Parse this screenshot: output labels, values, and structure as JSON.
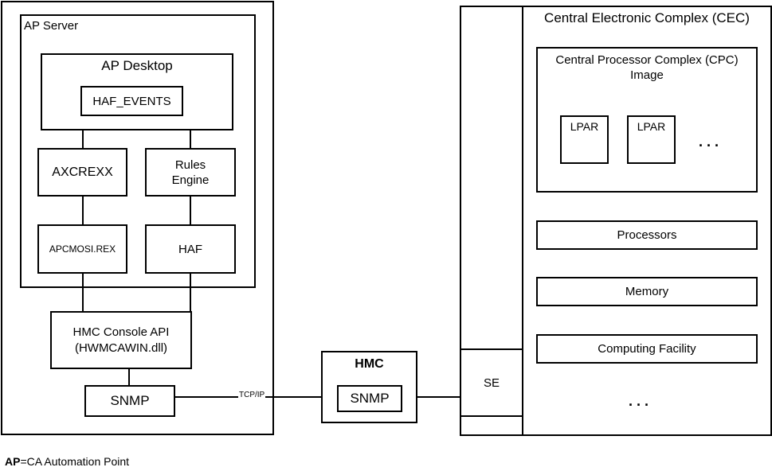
{
  "ap_server": {
    "title": "AP Server",
    "desktop": {
      "title": "AP Desktop",
      "haf_events": "HAF_EVENTS"
    },
    "axcrexx": "AXCREXX",
    "rules_engine": [
      "Rules",
      "Engine"
    ],
    "apcmosi": "APCMOSI.REX",
    "haf": "HAF",
    "console_api": [
      "HMC Console API",
      "(HWMCAWIN.dll)"
    ],
    "snmp": "SNMP"
  },
  "link_label": "TCP/IP",
  "hmc": {
    "title": "HMC",
    "snmp": "SNMP"
  },
  "cec": {
    "se": "SE",
    "title": "Central Electronic Complex (CEC)",
    "cpc": {
      "title": [
        "Central Processor Complex (CPC)",
        "Image"
      ],
      "lpars": [
        "LPAR",
        "LPAR"
      ],
      "more": ". . ."
    },
    "processors": "Processors",
    "memory": "Memory",
    "computing_facility": "Computing Facility",
    "more": ". . ."
  },
  "legend": {
    "abbr": "AP",
    "text": "=CA Automation Point"
  }
}
